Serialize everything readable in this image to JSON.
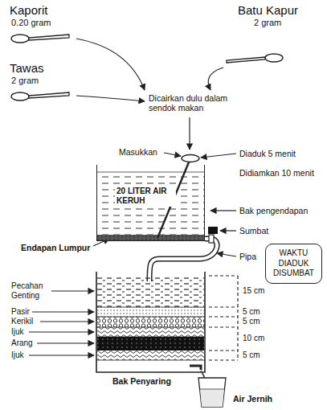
{
  "diagram": {
    "nodes": [
      {
        "text": [
          "20 LITER AIR KERUH"
        ]
      },
      {
        "text": [
          "WAKTU DIADUK DISUMBAT"
        ]
      }
    ],
    "labels": [
      "Kaporit",
      "0.20 gram",
      "Batu Kapur",
      "2 gram",
      "Tawas",
      "2 gram",
      "Dicairkan dulu dalam sendok makan",
      "Masukkan",
      "Diaduk 5 menit",
      "Didiamkan 10 menit",
      "Bak pengendapan",
      "Sumbat",
      "Endapan Lumpur",
      "Pipa",
      "Pecahan Genting",
      "Pasir",
      "Kerikil",
      "Ijuk",
      "Arang",
      "Ijuk",
      "15 cm",
      "5 cm",
      "5 cm",
      "10 cm",
      "5 cm",
      "Bak Penyaring",
      "Air Jernih"
    ]
  }
}
